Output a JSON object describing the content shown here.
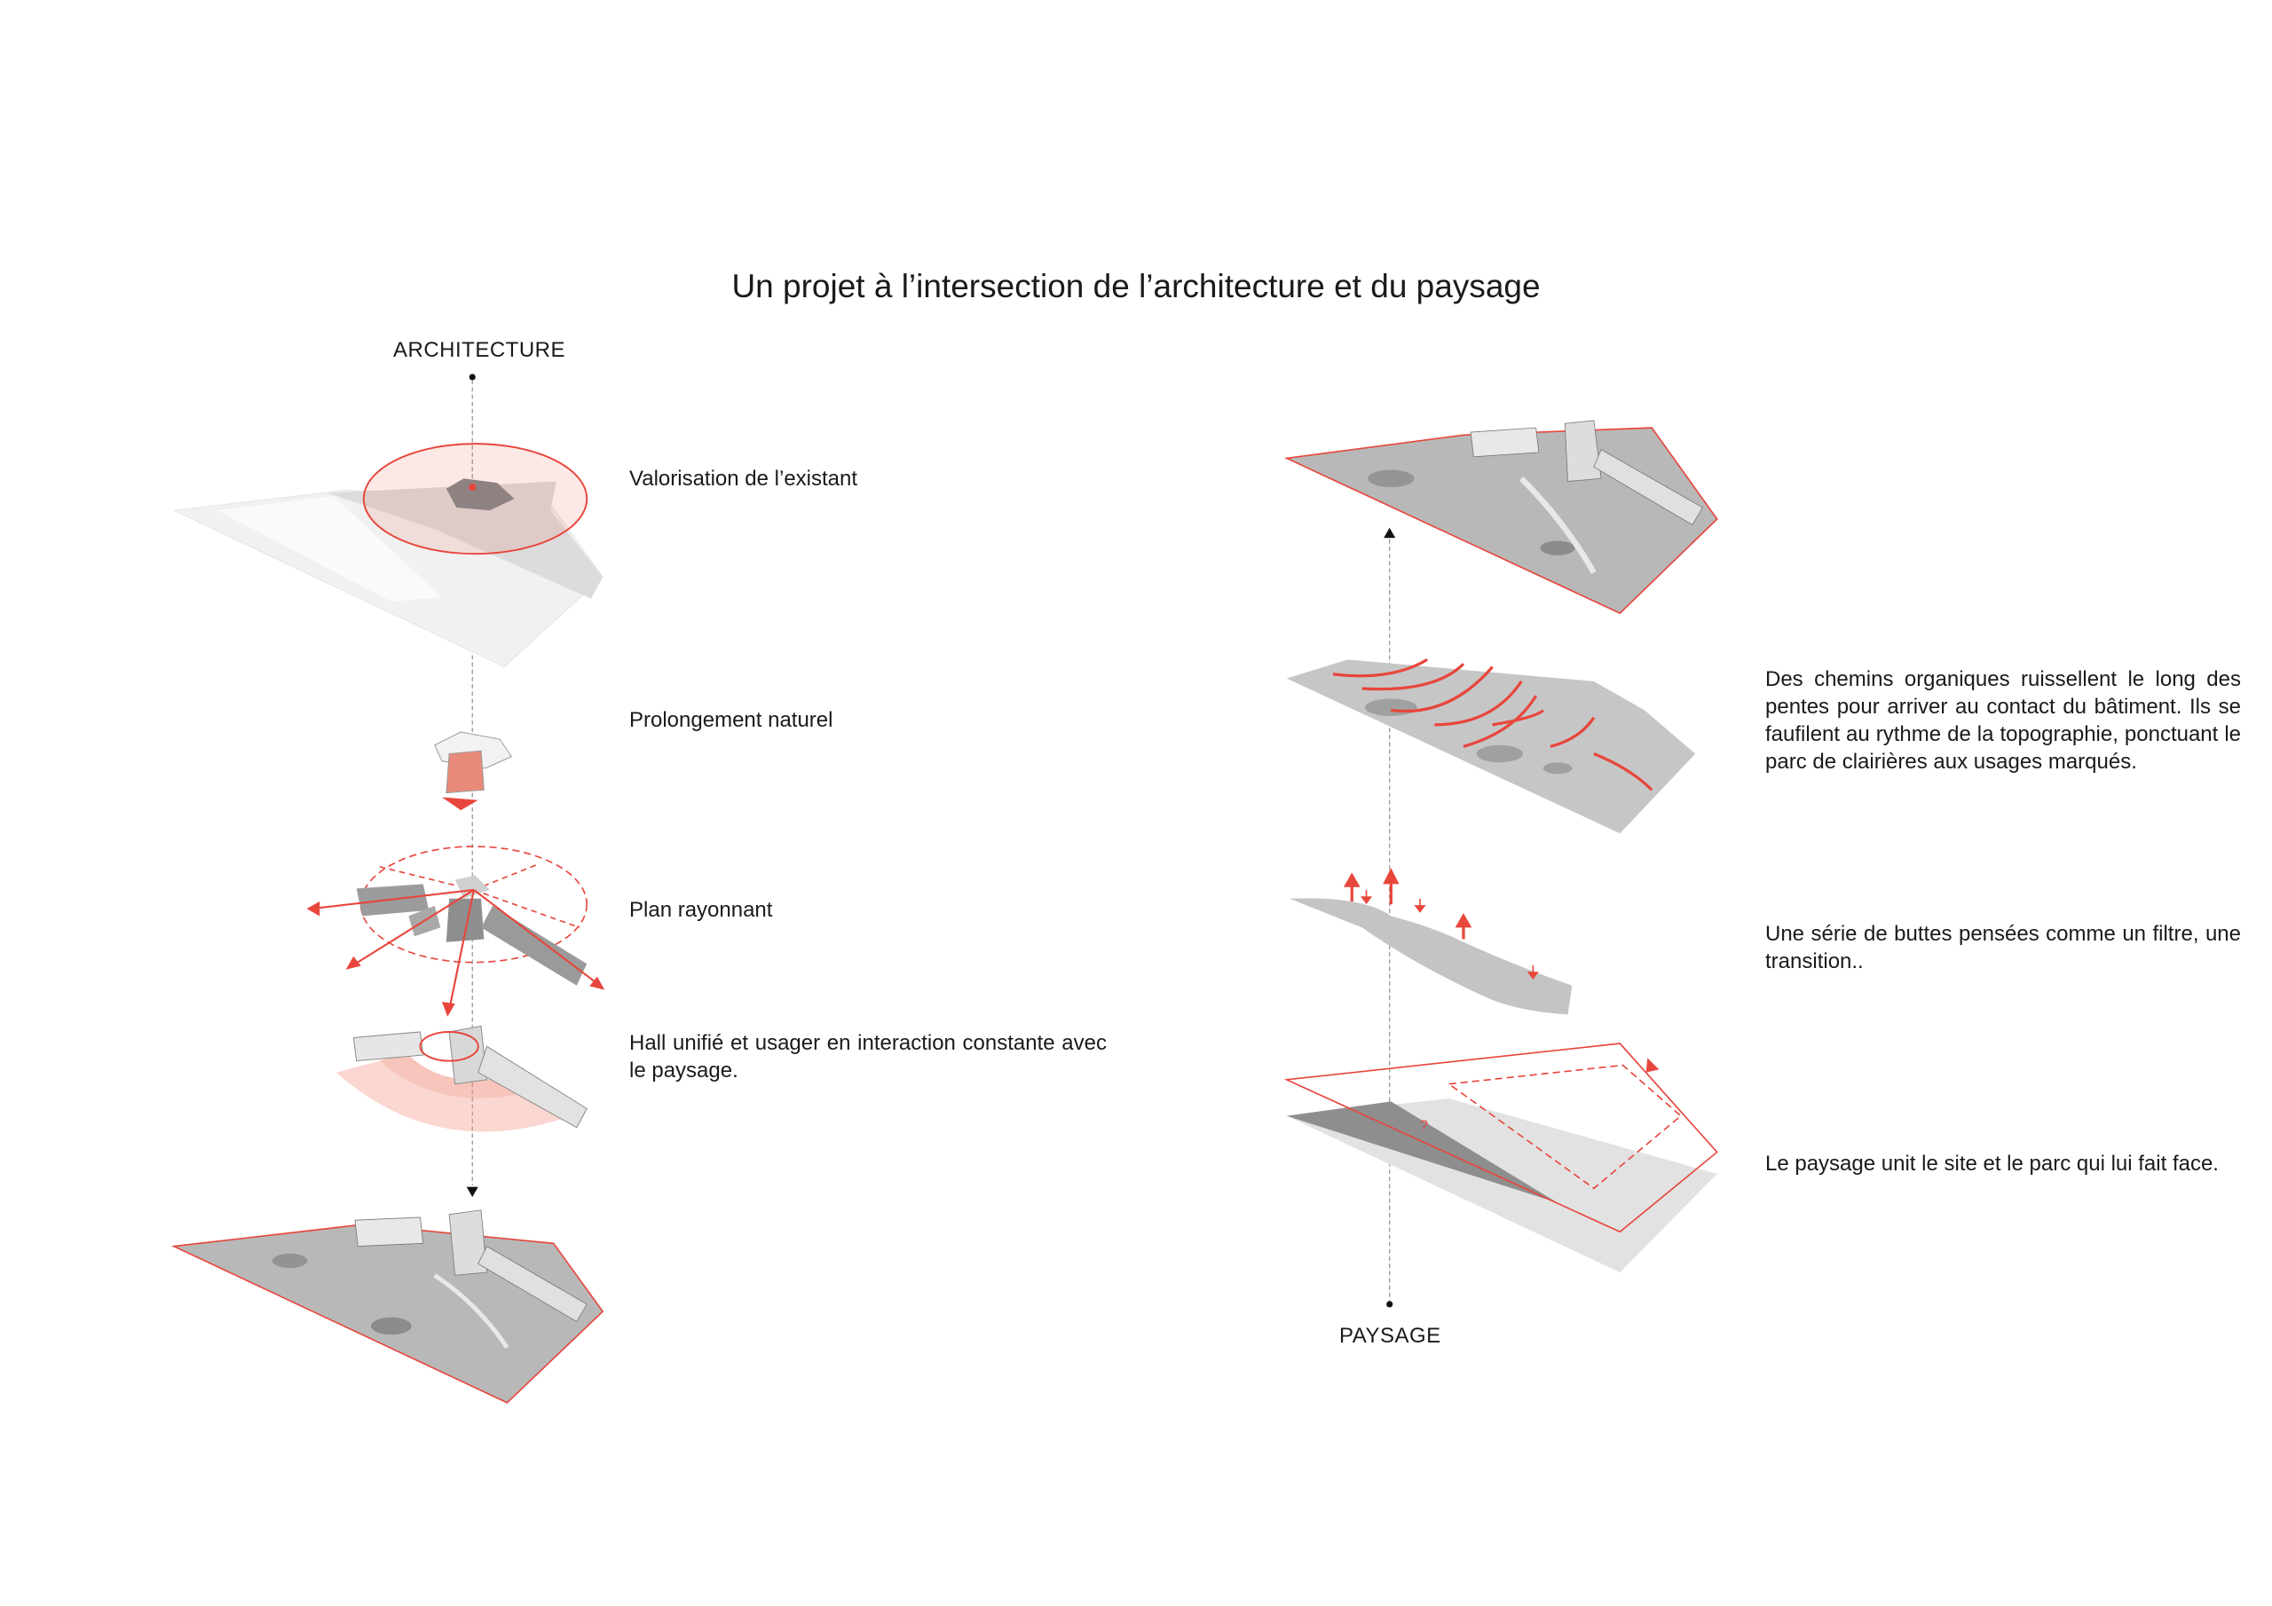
{
  "title": "Un projet à l’intersection de l’architecture et du paysage",
  "axes": {
    "architecture": "ARCHITECTURE",
    "paysage": "PAYSAGE"
  },
  "left_steps": [
    {
      "label": "Valorisation de l’existant"
    },
    {
      "label": "Prolongement naturel"
    },
    {
      "label": "Plan rayonnant"
    },
    {
      "label": "Hall unifié et usager en interaction constante avec le paysage."
    }
  ],
  "right_steps": [
    {
      "label": "Des chemins organiques ruissellent le long des pentes pour arriver au contact du bâtiment. Ils se faufilent au rythme de la topographie, ponctuant le parc de clairières aux usages marqués."
    },
    {
      "label": "Une série de buttes pensées comme un filtre, une transition.."
    },
    {
      "label": "Le paysage unit le site et le parc qui lui fait face."
    }
  ],
  "colors": {
    "accent": "#e8463c",
    "terrain": "#b9b9b9",
    "text": "#1a1a1a"
  }
}
